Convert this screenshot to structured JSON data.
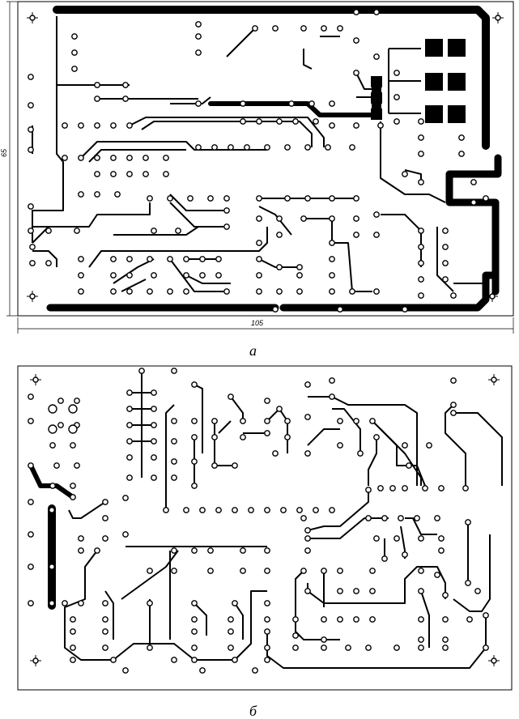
{
  "figure_a": {
    "label": "а",
    "dimension_height": "65",
    "dimension_width": "105"
  },
  "figure_b": {
    "label": "б"
  },
  "colors": {
    "ink": "#000000",
    "paper": "#ffffff"
  }
}
